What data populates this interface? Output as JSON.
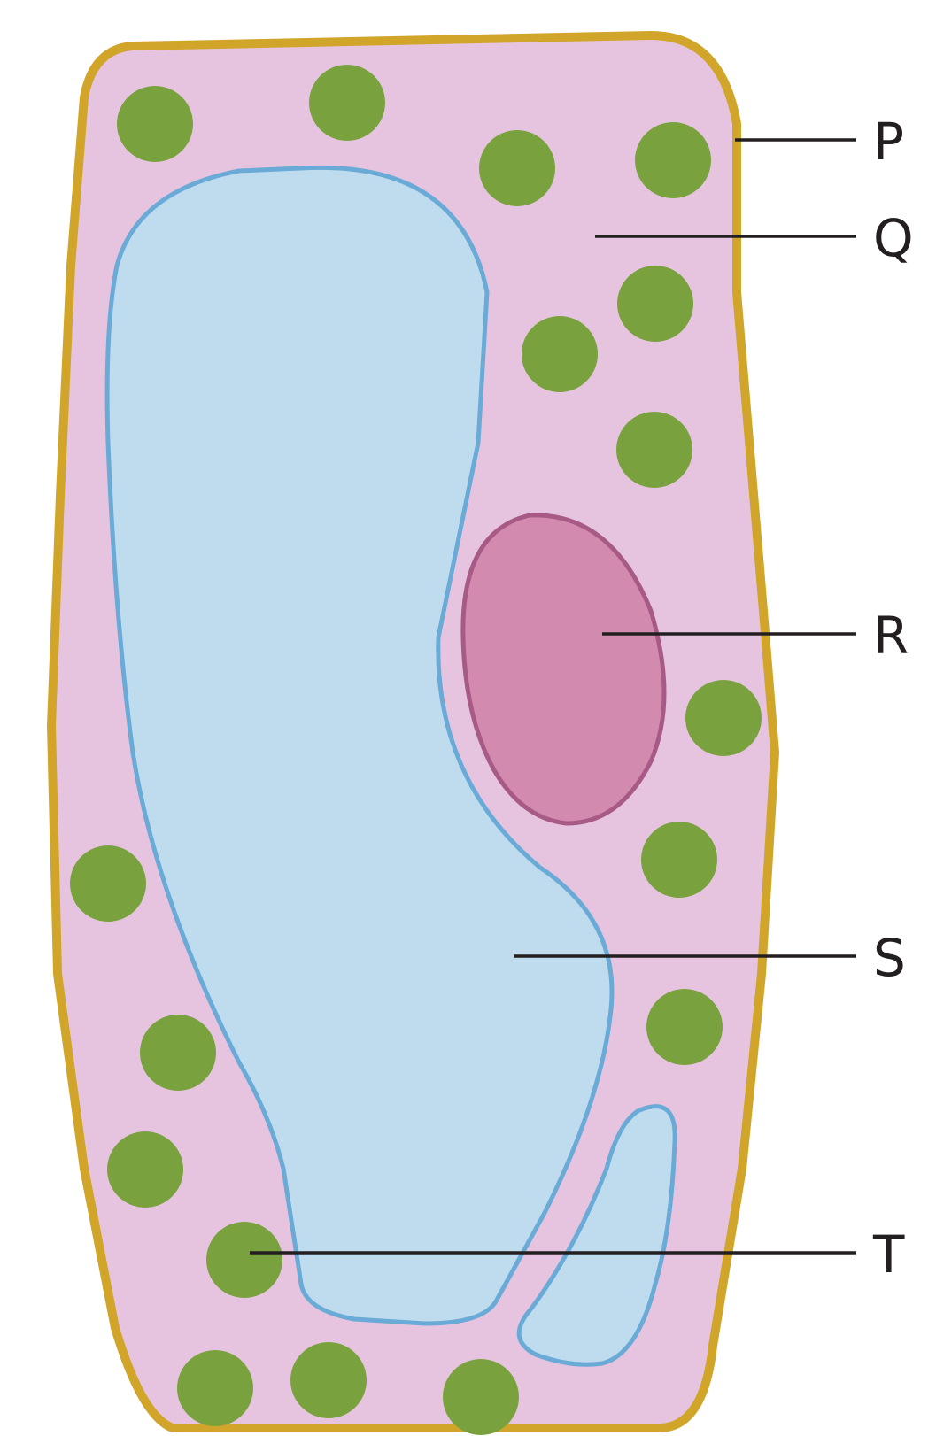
{
  "labels": {
    "p": "P",
    "q": "Q",
    "r": "R",
    "s": "S",
    "t": "T"
  },
  "colors": {
    "cell_wall": "#d0a52a",
    "cytoplasm": "#e6c4df",
    "vacuole_fill": "#bfdcef",
    "vacuole_outline": "#6aaad6",
    "nucleus_fill": "#d28aae",
    "nucleus_outline": "#a85a86",
    "chloroplast": "#79a23e",
    "text": "#231f20"
  }
}
